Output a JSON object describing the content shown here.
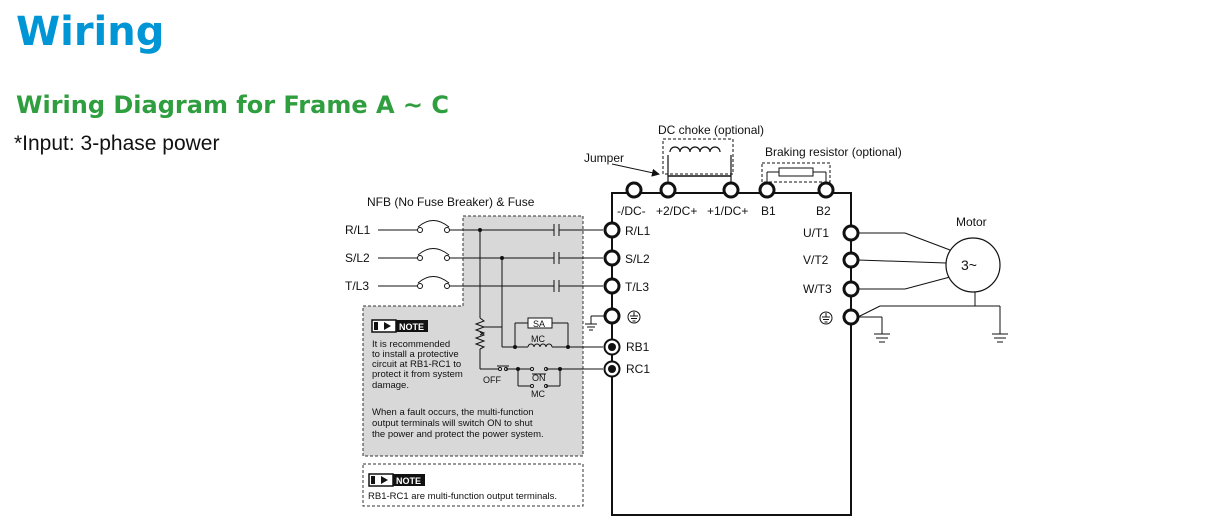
{
  "page": {
    "title": "Wiring",
    "subtitle": "Wiring Diagram for Frame A ~ C",
    "input_note": "*Input: 3-phase power"
  },
  "colors": {
    "title": "#0096d6",
    "subtitle": "#2e9e3e",
    "note_box_fill": "#d8d8d8",
    "line": "#111111"
  },
  "diagram": {
    "labels": {
      "dc_choke": "DC choke (optional)",
      "jumper": "Jumper",
      "braking_resistor": "Braking resistor (optional)",
      "nfb_fuse": "NFB (No Fuse Breaker) & Fuse",
      "motor": "Motor",
      "motor_symbol": "3~",
      "sa": "SA",
      "mc_coil": "MC",
      "on": "ON",
      "off": "OFF",
      "mc_contact": "MC"
    },
    "inputs": [
      "R/L1",
      "S/L2",
      "T/L3"
    ],
    "top_terminals": [
      "-/DC-",
      "+2/DC+",
      "+1/DC+",
      "B1",
      "B2"
    ],
    "left_terminals": [
      "R/L1",
      "S/L2",
      "T/L3"
    ],
    "output_terminals": [
      "U/T1",
      "V/T2",
      "W/T3"
    ],
    "relay_terminals": [
      "RB1",
      "RC1"
    ],
    "notes": {
      "tag": "NOTE",
      "note1_lines": [
        "It is recommended",
        "to install a protective",
        "circuit at RB1-RC1 to",
        "protect it from system",
        "damage."
      ],
      "note1b_lines": [
        "When a fault occurs, the multi-function",
        "output terminals will switch ON to shut",
        "the power and protect the power system."
      ],
      "note2": "RB1-RC1 are multi-function output terminals."
    }
  }
}
